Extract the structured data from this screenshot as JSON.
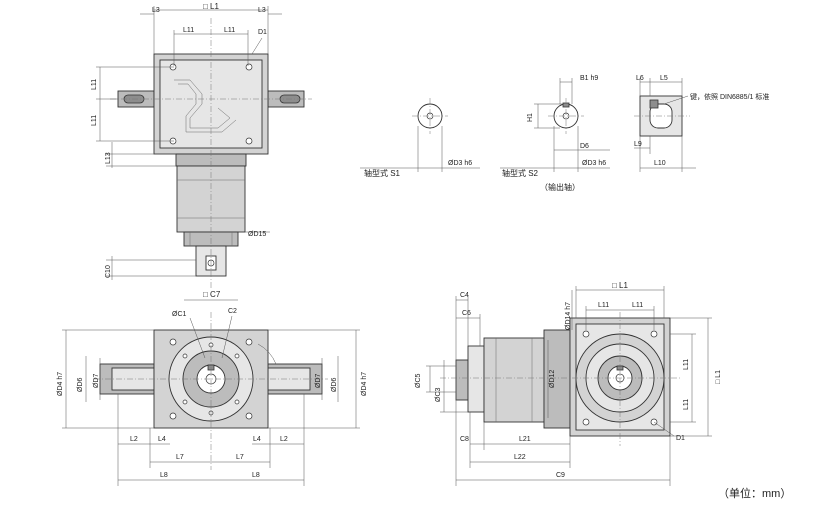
{
  "labels": {
    "L1": "□ L1",
    "L3": "L3",
    "L11": "L11",
    "D1": "D1",
    "L13": "L13",
    "D15": "ØD15",
    "C10": "C10",
    "C7": "□ C7",
    "C1": "ØC1",
    "C2": "C2",
    "D4": "ØD4 h7",
    "D7": "ØD7",
    "D6": "ØD6",
    "L2": "L2",
    "L4": "L4",
    "L7": "L7",
    "L8": "L8",
    "B1": "B1 h9",
    "H1": "H1",
    "D3": "ØD3 h6",
    "D6b": "D6",
    "L6": "L6",
    "L5": "L5",
    "L9": "L9",
    "L10": "L10",
    "C4": "C4",
    "C6": "C6",
    "C5": "ØC5",
    "C3": "ØC3",
    "C8": "C8",
    "L21": "L21",
    "L22": "L22",
    "C9": "C9",
    "D14": "ØD14 h7",
    "D12": "ØD12"
  },
  "notes": {
    "shaft_s1": "轴型式 S1",
    "shaft_s2": "轴型式 S2",
    "output_shaft": "（输出轴）",
    "key_note": "键，依照 DIN6885/1 标准",
    "unit": "（单位：mm）"
  }
}
